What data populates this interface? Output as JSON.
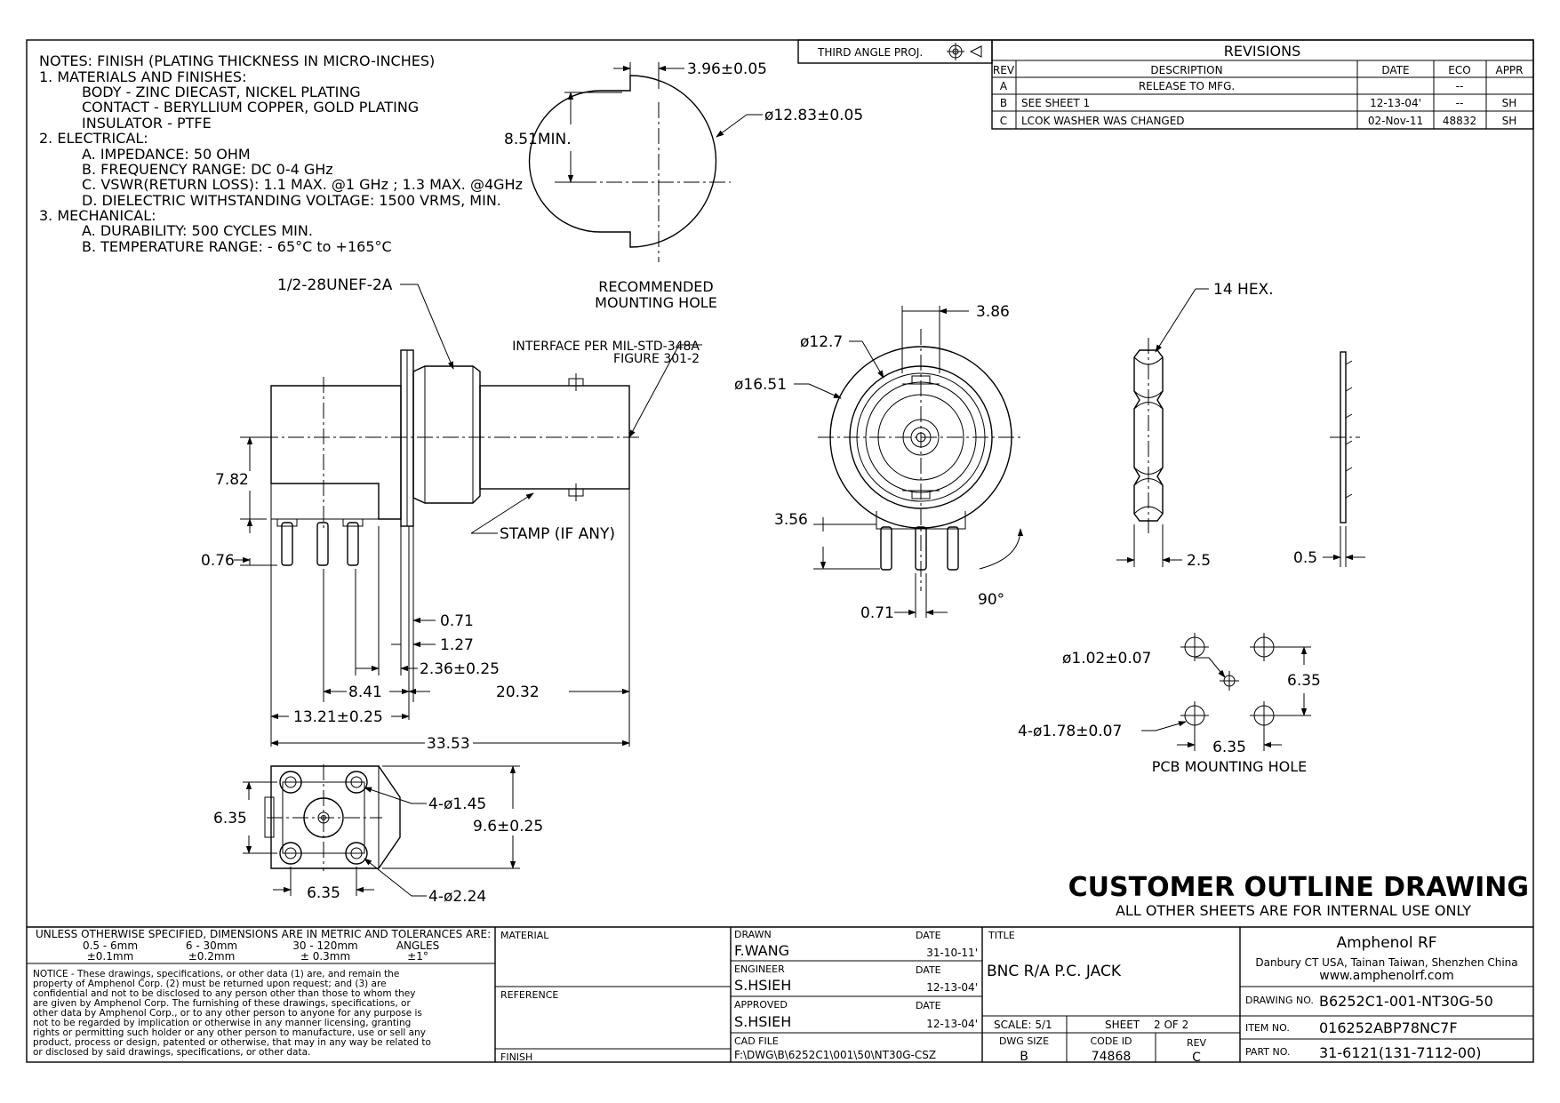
{
  "notes": {
    "header": "NOTES: FINISH (PLATING THICKNESS IN MICRO-INCHES)",
    "lines": [
      "1.   MATERIALS AND FINISHES:",
      "BODY - ZINC DIECAST, NICKEL PLATING",
      "CONTACT - BERYLLIUM COPPER, GOLD PLATING",
      "INSULATOR - PTFE",
      "2.   ELECTRICAL:",
      "A. IMPEDANCE:  50 OHM",
      "B. FREQUENCY RANGE:  DC 0-4 GHz",
      "C. VSWR(RETURN LOSS): 1.1 MAX. @1 GHz ; 1.3 MAX. @4GHz",
      "D. DIELECTRIC WITHSTANDING VOLTAGE:  1500 VRMS, MIN.",
      "3.   MECHANICAL:",
      "A. DURABILITY:  500 CYCLES MIN.",
      "B. TEMPERATURE RANGE: - 65°C to +165°C"
    ]
  },
  "projection": "THIRD ANGLE PROJ.",
  "revisions": {
    "title": "REVISIONS",
    "headers": [
      "REV",
      "DESCRIPTION",
      "DATE",
      "ECO",
      "APPR"
    ],
    "rows": [
      [
        "A",
        "RELEASE TO MFG.",
        "",
        "--",
        ""
      ],
      [
        "B",
        "SEE SHEET 1",
        "12-13-04'",
        "--",
        "SH"
      ],
      [
        "C",
        "LCOK WASHER WAS CHANGED",
        "02-Nov-11",
        "48832",
        "SH"
      ]
    ]
  },
  "mounting_hole": {
    "dim_width": "3.96±0.05",
    "dim_dia": "ø12.83±0.05",
    "dim_height": "8.51MIN.",
    "caption_1": "RECOMMENDED",
    "caption_2": "MOUNTING HOLE"
  },
  "side_view": {
    "thread": "1/2-28UNEF-2A",
    "interface_1": "INTERFACE PER MIL-STD-348A",
    "interface_2": "FIGURE 301-2",
    "stamp": "STAMP (IF ANY)",
    "d_782": "7.82",
    "d_076": "0.76",
    "d_071": "0.71",
    "d_127": "1.27",
    "d_236": "2.36±0.25",
    "d_841": "8.41",
    "d_2032": "20.32",
    "d_1321": "13.21±0.25",
    "d_3353": "33.53"
  },
  "front_view": {
    "d_127": "ø12.7",
    "d_1651": "ø16.51",
    "d_386": "3.86",
    "d_356": "3.56",
    "d_071": "0.71",
    "angle": "90°"
  },
  "nut_view": {
    "hex": "14 HEX.",
    "thick": "2.5"
  },
  "washer_view": {
    "thick": "0.5"
  },
  "pcb_hole": {
    "d_small": "ø1.02±0.07",
    "d_large": "4-ø1.78±0.07",
    "d_v": "6.35",
    "d_h": "6.35",
    "caption": "PCB MOUNTING HOLE"
  },
  "bottom_view": {
    "d_145": "4-ø1.45",
    "d_224": "4-ø2.24",
    "d_635v": "6.35",
    "d_96": "9.6±0.25",
    "d_635h": "6.35"
  },
  "banner": {
    "title": "CUSTOMER OUTLINE DRAWING",
    "subtitle": "ALL OTHER SHEETS ARE FOR INTERNAL USE ONLY"
  },
  "title_block": {
    "tol_header": "UNLESS OTHERWISE SPECIFIED, DIMENSIONS ARE IN METRIC AND TOLERANCES ARE:",
    "tol_ranges": [
      "0.5  -  6mm",
      "6  -  30mm",
      "30  -  120mm",
      "ANGLES"
    ],
    "tol_values": [
      "±0.1mm",
      "±0.2mm",
      "± 0.3mm",
      "±1°"
    ],
    "notice": [
      "NOTICE - These drawings, specifications, or other data (1) are, and remain the",
      "property of Amphenol Corp. (2) must be returned upon request; and (3) are",
      "confidential and not to be disclosed to any person other than those to whom they",
      "are given by Amphenol Corp.  The furnishing of these drawings, specifications, or",
      "other data by Amphenol Corp., or to any other person to anyone for any purpose is",
      "not to be regarded by implication or otherwise in any manner licensing, granting",
      "rights or permitting such holder or any other person to manufacture, use or sell any",
      "product, process or design, patented or otherwise, that may in any way be related to",
      "or disclosed by said drawings, specifications, or other data."
    ],
    "material_label": "MATERIAL",
    "reference_label": "REFERENCE",
    "finish_label": "FINISH",
    "drawn_label": "DRAWN",
    "drawn_by": "F.WANG",
    "drawn_date": "31-10-11'",
    "engineer_label": "ENGINEER",
    "engineer": "S.HSIEH",
    "engineer_date": "12-13-04'",
    "approved_label": "APPROVED",
    "approved": "S.HSIEH",
    "approved_date": "12-13-04'",
    "date_label": "DATE",
    "cad_label": "CAD FILE",
    "cad_file": "F:\\DWG\\B\\6252C1\\001\\50\\NT30G-CSZ",
    "title_label": "TITLE",
    "title": "BNC R/A P.C. JACK",
    "scale": "SCALE: 5/1",
    "sheet_label": "SHEET",
    "sheet": "2 OF 2",
    "dwg_size_label": "DWG SIZE",
    "dwg_size": "B",
    "code_id_label": "CODE ID",
    "code_id": "74868",
    "rev_label": "REV",
    "rev": "C",
    "company": "Amphenol RF",
    "locations": "Danbury CT USA, Tainan Taiwan, Shenzhen China",
    "website": "www.amphenolrf.com",
    "drawing_no_label": "DRAWING NO.",
    "drawing_no": "B6252C1-001-NT30G-50",
    "item_no_label": "ITEM NO.",
    "item_no": "016252ABP78NC7F",
    "part_no_label": "PART NO.",
    "part_no": "31-6121(131-7112-00)"
  }
}
